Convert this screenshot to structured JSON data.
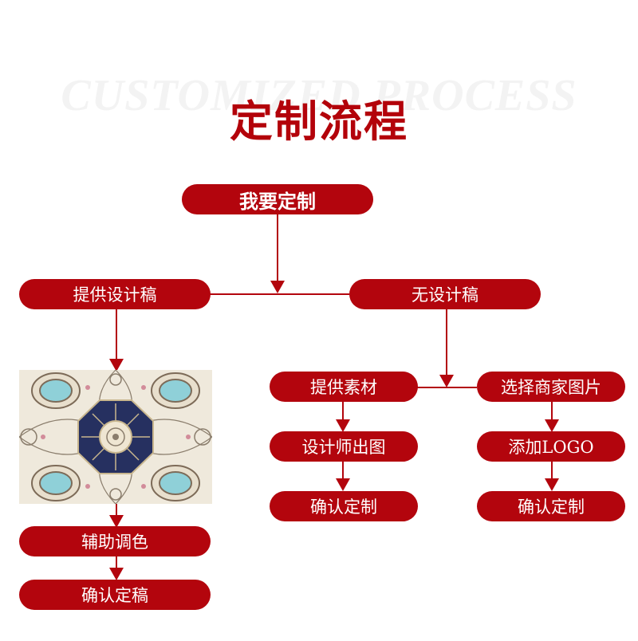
{
  "watermark": "CUSTOMIZED PROCESS",
  "title": "定制流程",
  "colors": {
    "accent": "#b3050d",
    "line": "#b3050d",
    "background": "#ffffff"
  },
  "flow": {
    "start": "我要定制",
    "left_branch": {
      "label": "提供设计稿",
      "steps": [
        "辅助调色",
        "确认定稿"
      ]
    },
    "right_branch": {
      "label": "无设计稿",
      "sub_a": {
        "label": "提供素材",
        "steps": [
          "设计师出图",
          "确认定制"
        ]
      },
      "sub_b": {
        "label": "选择商家图片",
        "steps": [
          "添加LOGO",
          "确认定制"
        ]
      }
    }
  }
}
